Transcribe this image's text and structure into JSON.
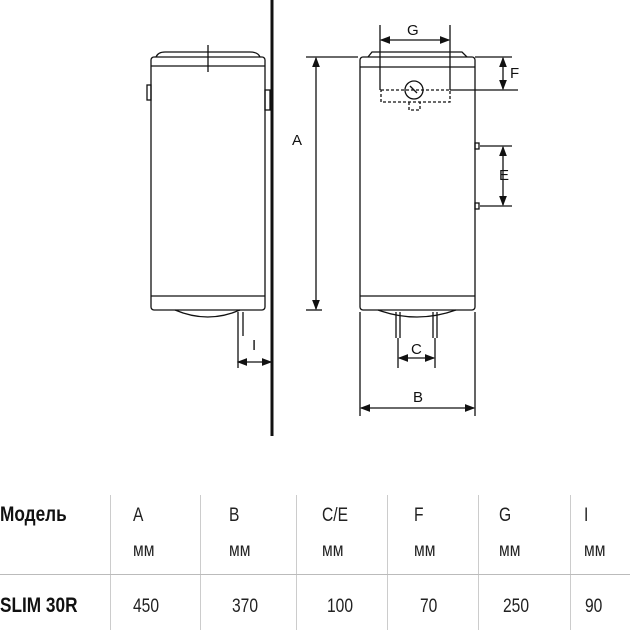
{
  "diagram": {
    "labels": {
      "A": "A",
      "B": "B",
      "C": "C",
      "E": "E",
      "F": "F",
      "G": "G",
      "I": "I"
    }
  },
  "table": {
    "header": [
      "Модель",
      "A",
      "B",
      "C/E",
      "F",
      "G",
      "I"
    ],
    "units": [
      "мм",
      "мм",
      "мм",
      "мм",
      "мм",
      "мм"
    ],
    "rows": [
      {
        "model": "SLIM 30R",
        "values": [
          "450",
          "370",
          "100",
          "70",
          "250",
          "90"
        ]
      }
    ]
  }
}
